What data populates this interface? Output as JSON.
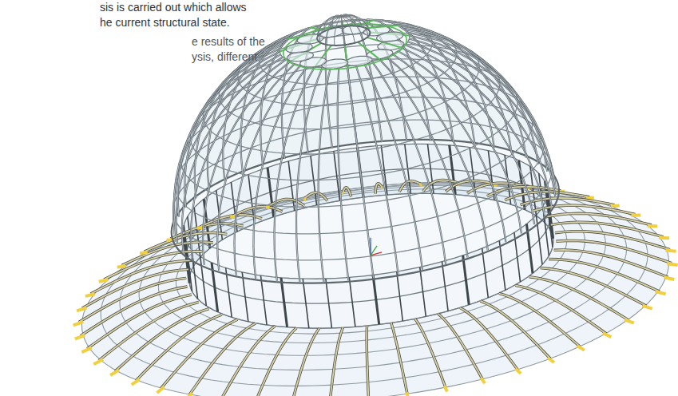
{
  "diagram": {
    "labels": [
      "sis is carried out which allows",
      "he current structural state.",
      "e results of the",
      "ysis, different"
    ]
  }
}
